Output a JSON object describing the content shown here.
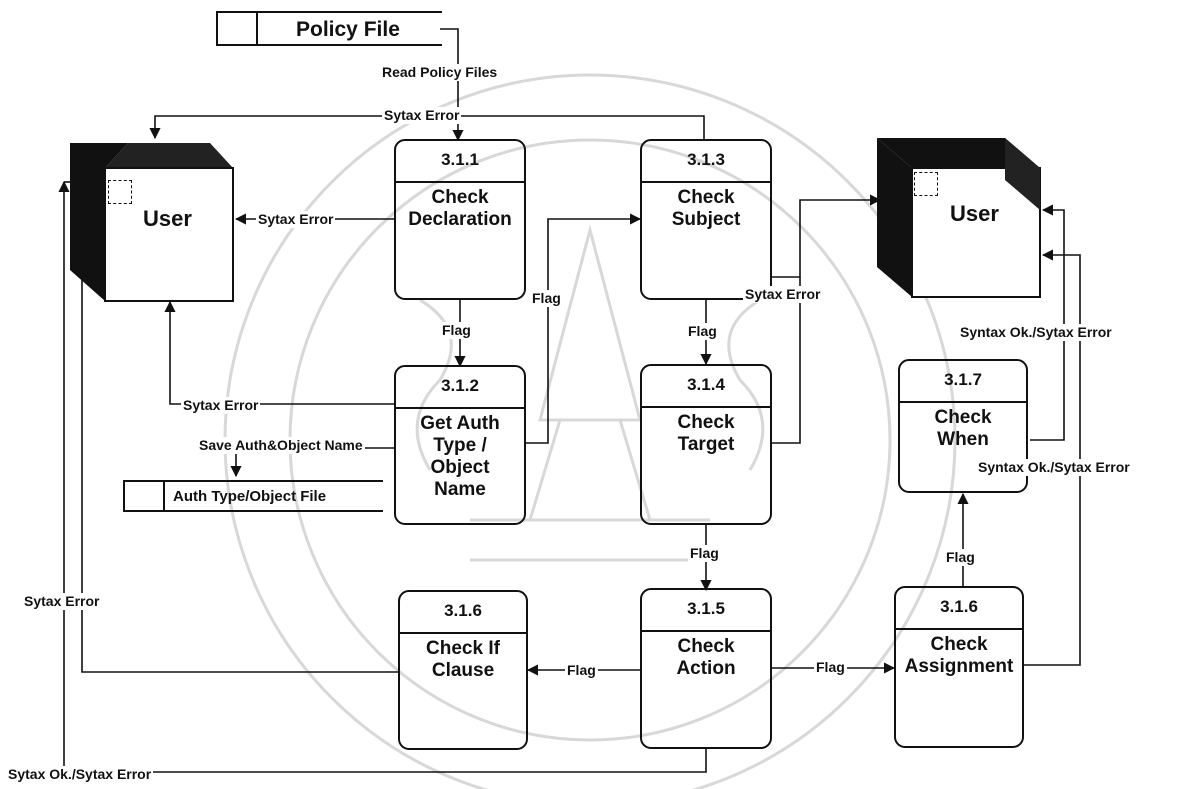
{
  "entities": {
    "user_left": "User",
    "user_right": "User"
  },
  "stores": {
    "policy_file": "Policy File",
    "auth_file": "Auth Type/Object File"
  },
  "processes": {
    "p311": {
      "id": "3.1.1",
      "name": "Check\nDeclaration"
    },
    "p312": {
      "id": "3.1.2",
      "name": "Get Auth\nType /\nObject\nName"
    },
    "p313": {
      "id": "3.1.3",
      "name": "Check\nSubject"
    },
    "p314": {
      "id": "3.1.4",
      "name": "Check\nTarget"
    },
    "p315": {
      "id": "3.1.5",
      "name": "Check\nAction"
    },
    "p316_if": {
      "id": "3.1.6",
      "name": "Check If\nClause"
    },
    "p316_assign": {
      "id": "3.1.6",
      "name": "Check\nAssignment"
    },
    "p317": {
      "id": "3.1.7",
      "name": "Check\nWhen"
    }
  },
  "flows": {
    "read_policy": "Read Policy Files",
    "top_error": "Sytax Error",
    "decl_error": "Sytax Error",
    "decl_flag": "Flag",
    "getauth_error": "Sytax Error",
    "save_auth": "Save Auth&Object Name",
    "getauth_flag": "Flag",
    "subject_flag": "Flag",
    "subject_error": "Sytax Error",
    "target_flag": "Flag",
    "action_flag_left": "Flag",
    "action_flag_right": "Flag",
    "assignment_flag": "Flag",
    "when_result": "Syntax Ok./Sytax Error",
    "assignment_result": "Syntax Ok./Sytax Error",
    "ifclause_error": "Sytax Error",
    "bottom_result": "Sytax Ok./Sytax Error"
  }
}
